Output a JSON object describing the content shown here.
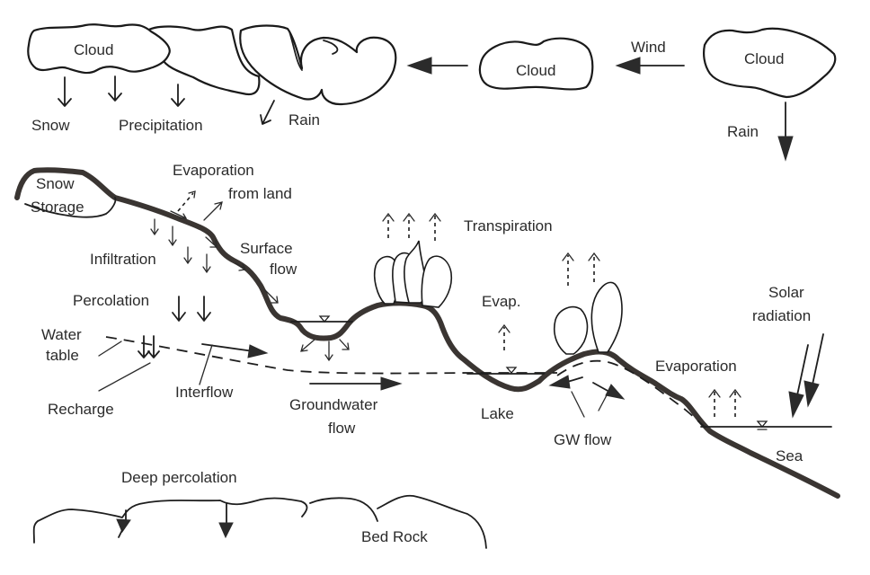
{
  "diagram": {
    "title": "Hydrologic cycle",
    "clouds": [
      {
        "id": "cloud-left",
        "label": "Cloud"
      },
      {
        "id": "cloud-middle",
        "label": "Cloud"
      },
      {
        "id": "cloud-right",
        "label": "Cloud"
      }
    ],
    "labels": {
      "snow": "Snow",
      "precipitation": "Precipitation",
      "rain_left": "Rain",
      "wind": "Wind",
      "rain_right": "Rain",
      "evaporation_from_land_1": "Evaporation",
      "evaporation_from_land_2": "from land",
      "snow_storage_1": "Snow",
      "snow_storage_2": "Storage",
      "infiltration": "Infiltration",
      "surface_flow_1": "Surface",
      "surface_flow_2": "flow",
      "percolation": "Percolation",
      "water_table_1": "Water",
      "water_table_2": "table",
      "recharge": "Recharge",
      "interflow": "Interflow",
      "groundwater_flow_1": "Groundwater",
      "groundwater_flow_2": "flow",
      "transpiration": "Transpiration",
      "evap_lake": "Evap.",
      "lake": "Lake",
      "gw_flow": "GW flow",
      "solar_radiation_1": "Solar",
      "solar_radiation_2": "radiation",
      "evaporation_sea": "Evaporation",
      "sea": "Sea",
      "deep_percolation": "Deep percolation",
      "bed_rock": "Bed Rock"
    }
  }
}
